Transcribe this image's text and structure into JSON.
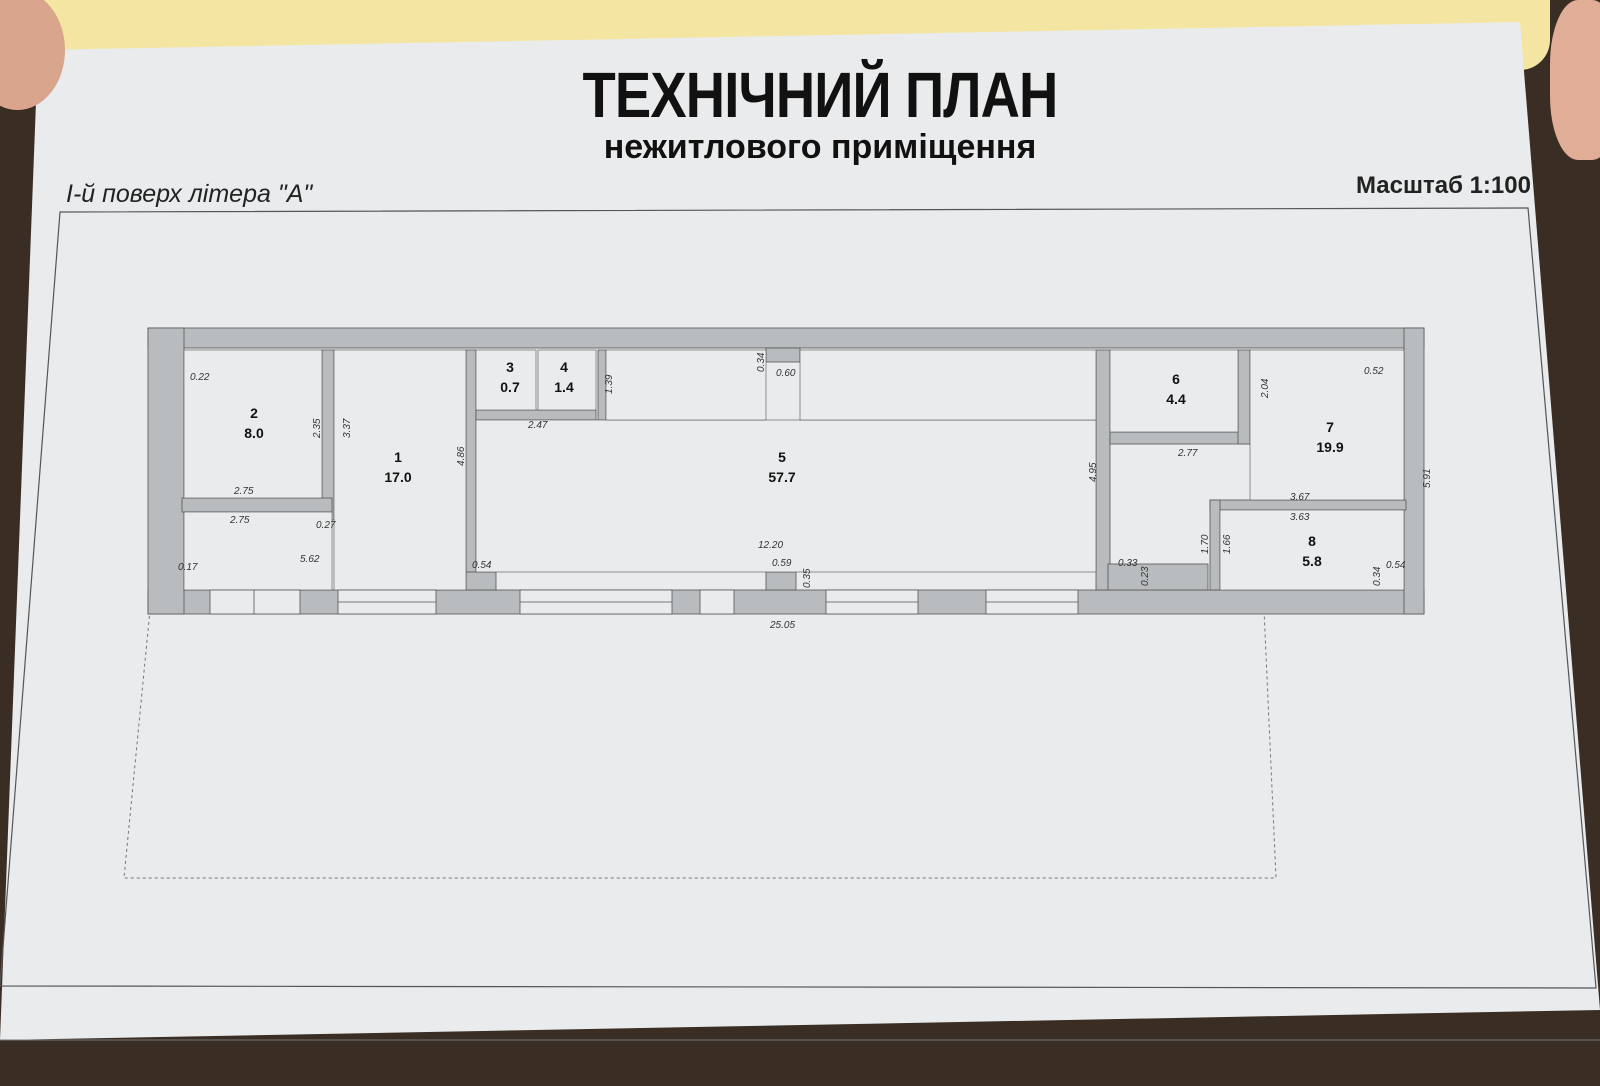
{
  "title": "ТЕХНІЧНИЙ ПЛАН",
  "subtitle": "нежитлового приміщення",
  "floor_label": "І-й поверх   літера \"А\"",
  "scale_label": "Масштаб 1:100",
  "rooms": [
    {
      "no": "1",
      "area": "17.0"
    },
    {
      "no": "2",
      "area": "8.0"
    },
    {
      "no": "3",
      "area": "0.7"
    },
    {
      "no": "4",
      "area": "1.4"
    },
    {
      "no": "5",
      "area": "57.7"
    },
    {
      "no": "6",
      "area": "4.4"
    },
    {
      "no": "7",
      "area": "19.9"
    },
    {
      "no": "8",
      "area": "5.8"
    }
  ],
  "dimensions": [
    "0.22",
    "2.35",
    "3.37",
    "2.75",
    "2.75",
    "0.27",
    "0.17",
    "5.62",
    "4.86",
    "1.39",
    "2.47",
    "0.34",
    "0.60",
    "12.20",
    "0.54",
    "0.59",
    "0.35",
    "25.05",
    "4.95",
    "2.04",
    "0.52",
    "2.77",
    "3.67",
    "3.63",
    "5.91",
    "1.70",
    "1.66",
    "0.33",
    "0.23",
    "0.34",
    "0.54"
  ]
}
